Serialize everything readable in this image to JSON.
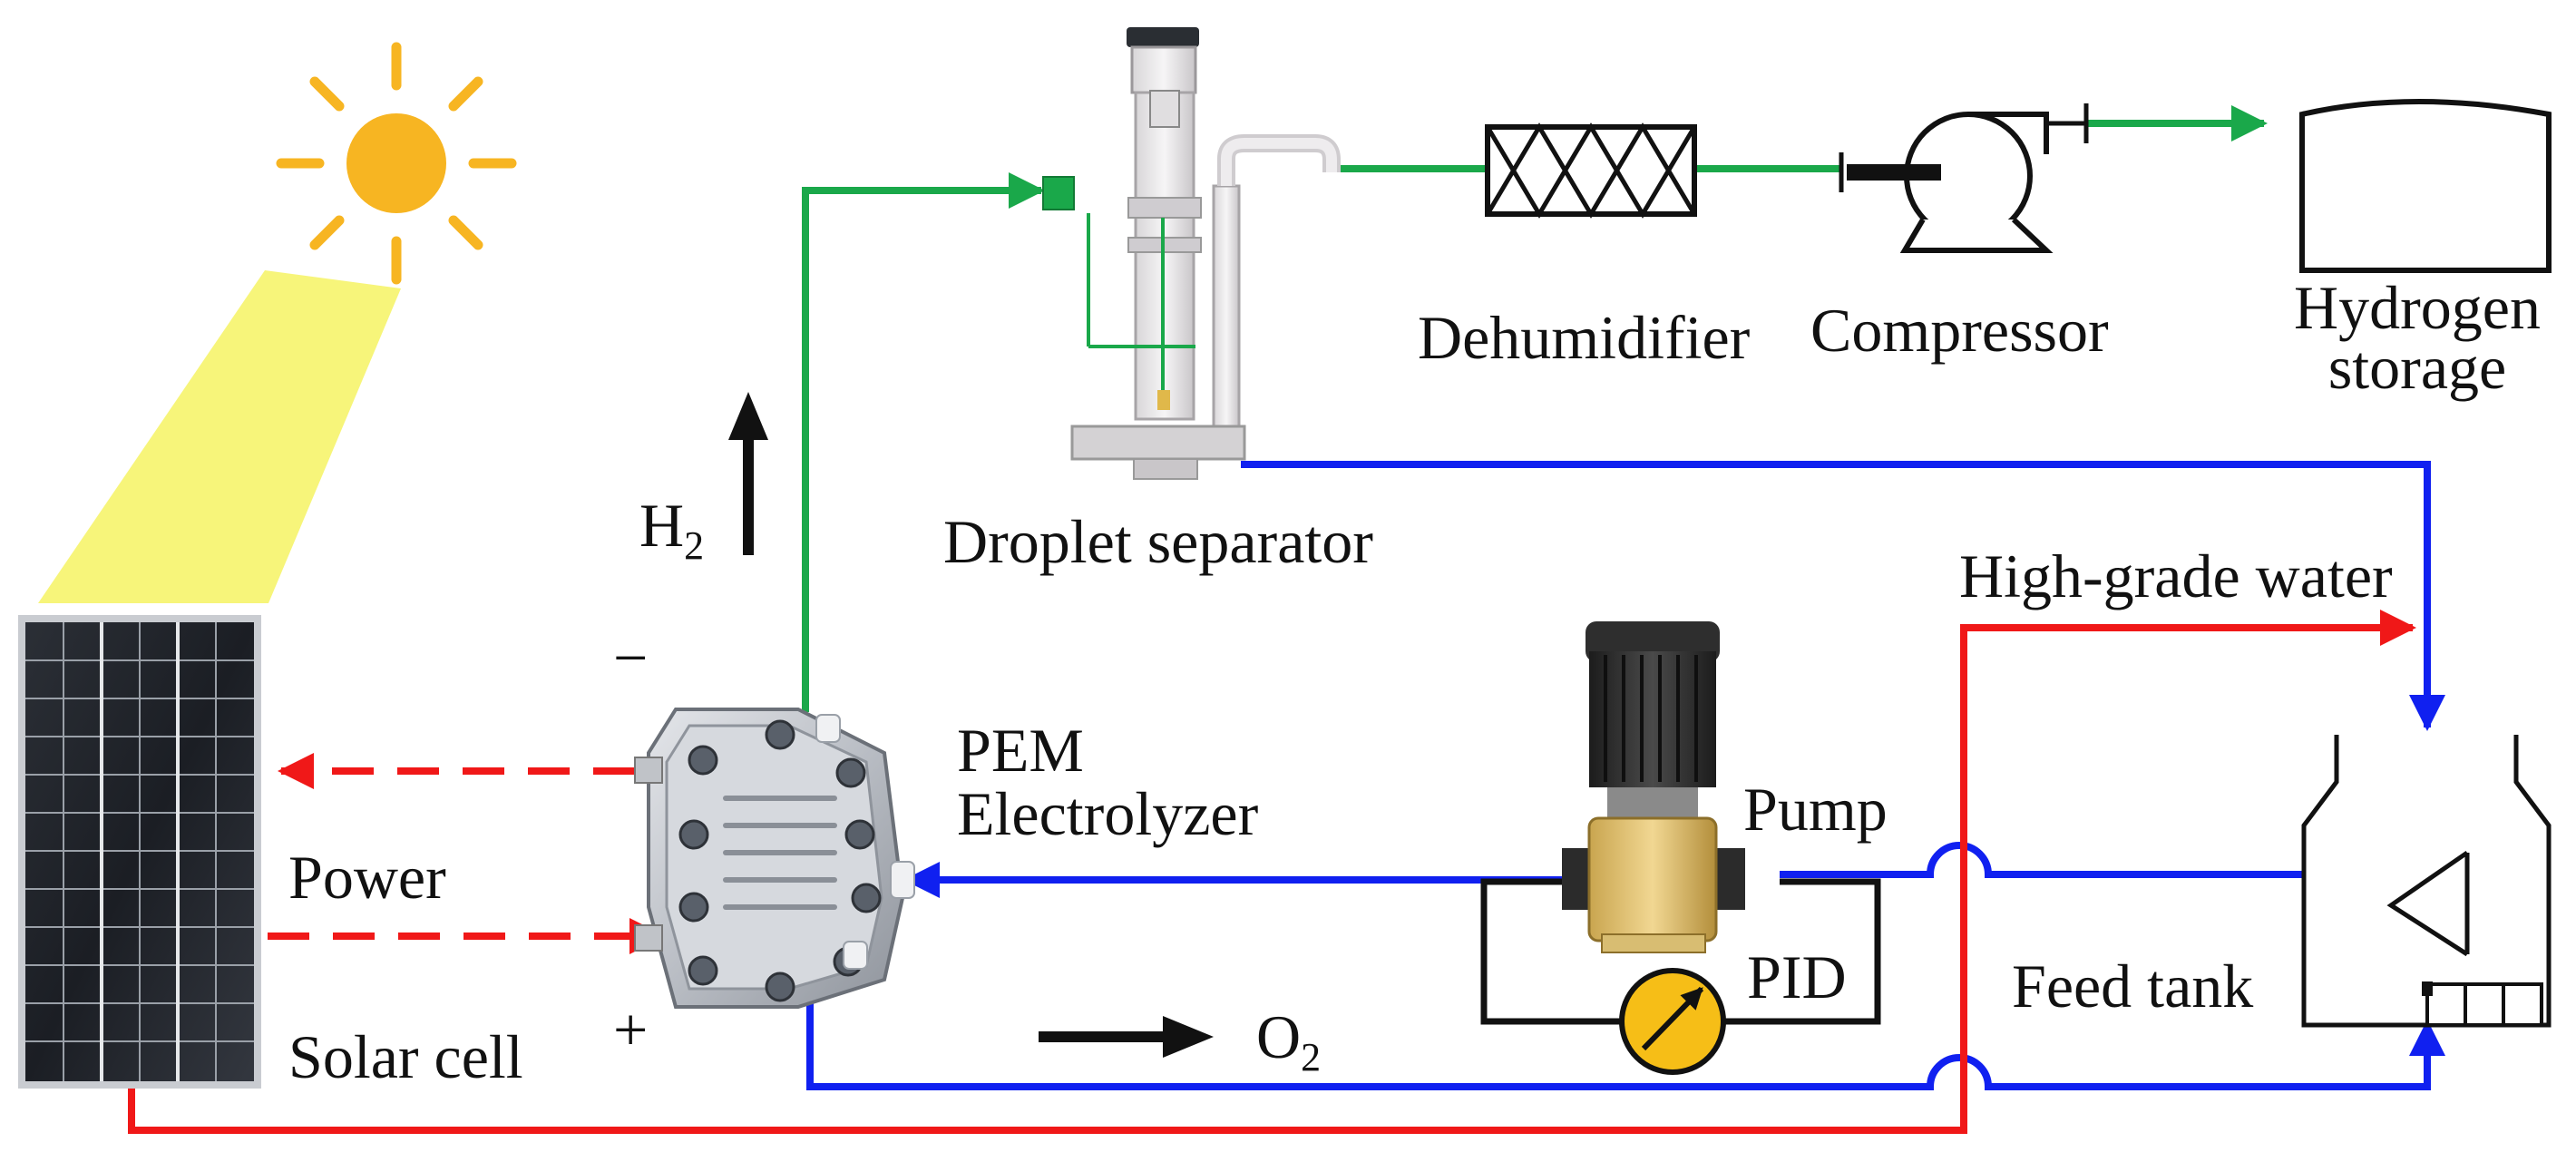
{
  "labels": {
    "dehumidifier": "Dehumidifier",
    "compressor": "Compressor",
    "hydrogen_storage_line1": "Hydrogen",
    "hydrogen_storage_line2": "storage",
    "droplet_separator": "Droplet separator",
    "h2_main": "H",
    "h2_sub": "2",
    "o2_main": "O",
    "o2_sub": "2",
    "pem_line1": "PEM",
    "pem_line2": "Electrolyzer",
    "pump": "Pump",
    "pid": "PID",
    "power": "Power",
    "solar_cell": "Solar cell",
    "feed_tank": "Feed tank",
    "high_grade_water": "High-grade water",
    "minus": "−",
    "plus": "+"
  },
  "colors": {
    "hydrogen_line": "#1aa84a",
    "water_line": "#1020f0",
    "power_line": "#f01818",
    "sun": "#f7b522",
    "sunbeam": "#f7f57a",
    "gauge": "#f6be17"
  },
  "icons": [
    "sun-icon",
    "solar-panel-icon",
    "electrolyzer-icon",
    "droplet-separator-icon",
    "dehumidifier-icon",
    "compressor-icon",
    "storage-tank-icon",
    "pump-icon",
    "pid-gauge-icon",
    "feed-tank-icon"
  ]
}
